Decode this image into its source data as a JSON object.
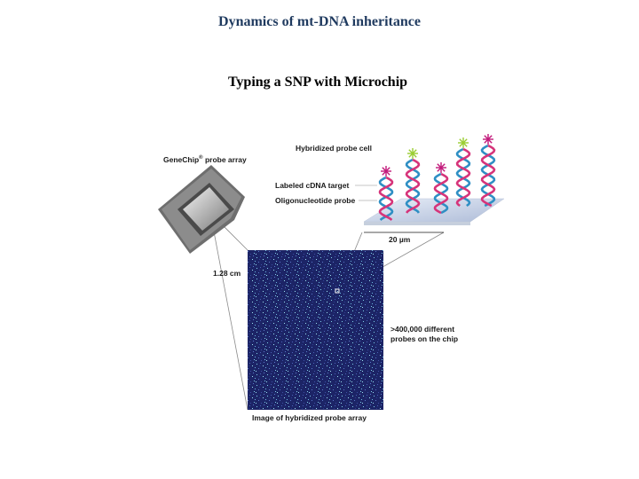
{
  "slide": {
    "title": "Dynamics of mt-DNA inheritance",
    "subtitle": "Typing a SNP with Microchip"
  },
  "diagram": {
    "hybridized_probe_cell": "Hybridized probe cell",
    "genechip_label": "GeneChip",
    "genechip_reg": "®",
    "genechip_suffix": " probe array",
    "labeled_target": "Labeled cDNA target",
    "oligo_probe": "Oligonucleotide probe",
    "scale_um": "20 µm",
    "scale_cm": "1.28 cm",
    "probes_count_line1": ">400,000 different",
    "probes_count_line2": "probes on the chip",
    "image_caption": "Image of hybridized probe array"
  },
  "colors": {
    "title": "#1f3a5f",
    "array_dark": "#1c2466",
    "array_spot": "#7fd0e8",
    "helix_pink": "#d6347a",
    "helix_blue": "#2f8fc4",
    "star_magenta": "#c2187a",
    "star_green": "#9acd32"
  }
}
